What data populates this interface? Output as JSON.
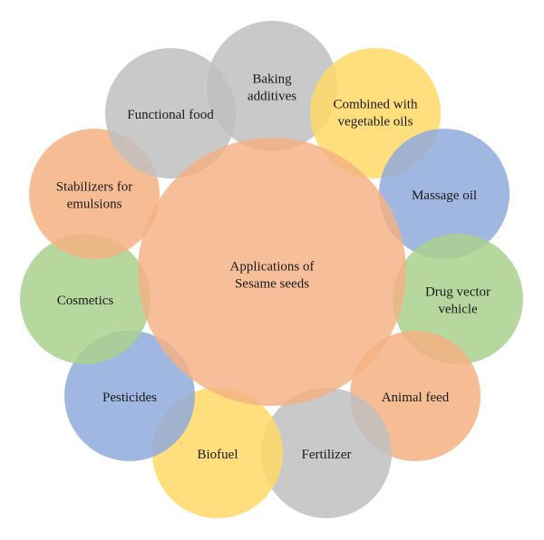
{
  "diagram": {
    "center": {
      "lines": [
        "Applications of",
        "Sesame seeds"
      ],
      "color": "#F4B183"
    },
    "nodes": [
      {
        "name": "baking-additives",
        "lines": [
          "Baking",
          "additives"
        ],
        "color": "#BFBFBF"
      },
      {
        "name": "combined-with-vegetable-oils",
        "lines": [
          "Combined with",
          "vegetable oils"
        ],
        "color": "#FFD966"
      },
      {
        "name": "massage-oil",
        "lines": [
          "Massage oil"
        ],
        "color": "#8FAADC"
      },
      {
        "name": "drug-vector-vehicle",
        "lines": [
          "Drug vector",
          "vehicle"
        ],
        "color": "#A9D18E"
      },
      {
        "name": "animal-feed",
        "lines": [
          "Animal feed"
        ],
        "color": "#F4B183"
      },
      {
        "name": "fertilizer",
        "lines": [
          "Fertilizer"
        ],
        "color": "#BFBFBF"
      },
      {
        "name": "biofuel",
        "lines": [
          "Biofuel"
        ],
        "color": "#FFD966"
      },
      {
        "name": "pesticides",
        "lines": [
          "Pesticides"
        ],
        "color": "#8FAADC"
      },
      {
        "name": "cosmetics",
        "lines": [
          "Cosmetics"
        ],
        "color": "#A9D18E"
      },
      {
        "name": "stabilizers-for-emulsions",
        "lines": [
          "Stabilizers for",
          "emulsions"
        ],
        "color": "#F4B183"
      },
      {
        "name": "functional-food",
        "lines": [
          "Functional food"
        ],
        "color": "#BFBFBF"
      }
    ]
  }
}
